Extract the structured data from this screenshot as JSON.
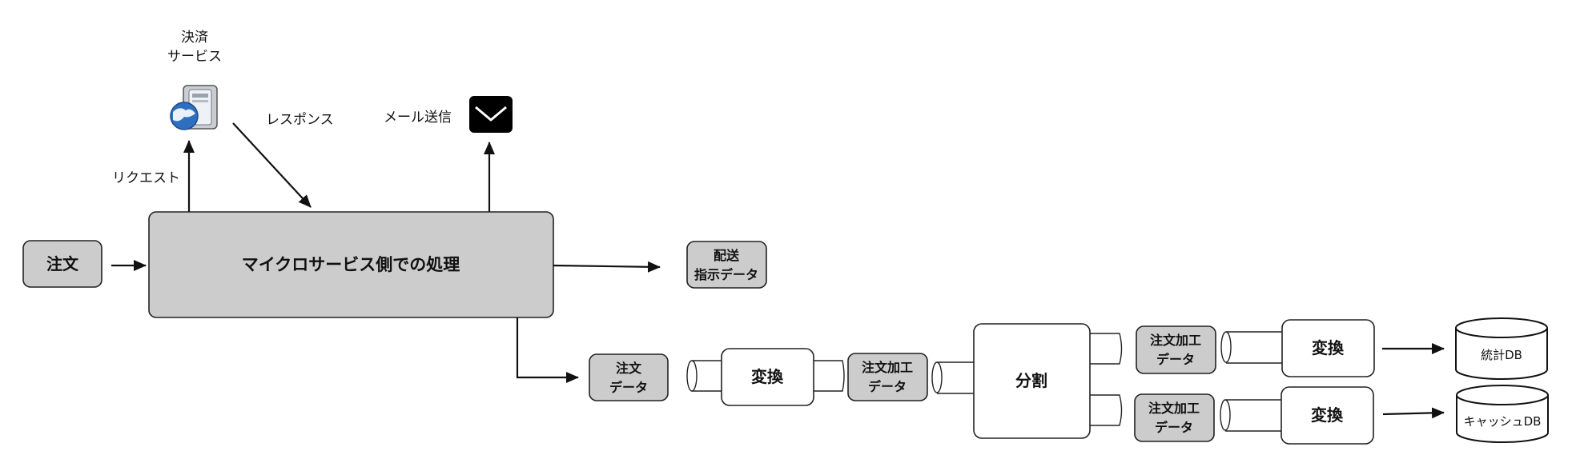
{
  "nodes": {
    "order": "注文",
    "main_process": "マイクロサービス側での処理",
    "payment_line1": "決済",
    "payment_line2": "サービス",
    "delivery_line1": "配送",
    "delivery_line2": "指示データ",
    "order_data_line1": "注文",
    "order_data_line2": "データ",
    "transform": "変換",
    "processed_line1": "注文加工",
    "processed_line2": "データ",
    "split": "分割",
    "stats_db": "統計DB",
    "cache_db": "キャッシュDB"
  },
  "edges": {
    "request": "リクエスト",
    "response": "レスポンス",
    "mail": "メール送信"
  },
  "icons": {
    "server": "server-globe-icon",
    "mail": "envelope-icon"
  }
}
